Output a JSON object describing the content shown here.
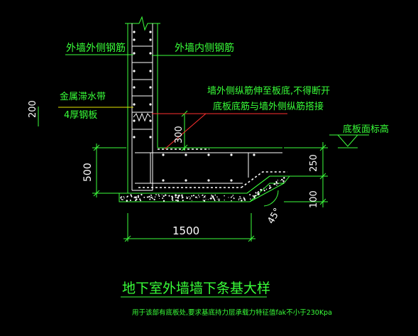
{
  "labels": {
    "outer_rebar": "外墙外侧钢筋",
    "inner_rebar": "外墙内侧钢筋",
    "waterstop_line1": "金属滞水带",
    "waterstop_line2": "4厚钢板",
    "note_line1": "墙外侧纵筋伸至板底,不得断开",
    "note_line2": "底板底筋与墙外侧纵筋搭接",
    "slab_top_elev": "底板面标高"
  },
  "dimensions": {
    "d200": "200",
    "d300": "300",
    "d500": "500",
    "d250": "250",
    "d100": "100",
    "d1500": "1500",
    "angle": "45°"
  },
  "title": "地下室外墙墙下条基大样",
  "subtitle": "用于该部有底板处,要求基底持力层承载力特征值fak不小于230Kpa",
  "colors": {
    "background": "#000000",
    "text_green": "#39ff39",
    "line_green": "#3cff3c",
    "line_white": "#ffffff",
    "line_yellow": "#e6e600",
    "line_red": "#ff3030"
  }
}
